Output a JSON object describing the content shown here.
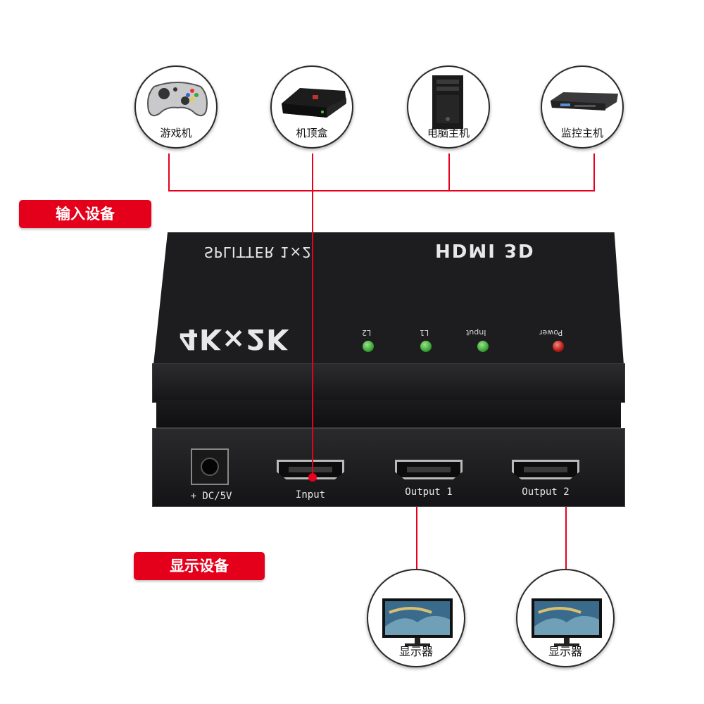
{
  "input_section": {
    "tag": "输入设备"
  },
  "display_section": {
    "tag": "显示设备"
  },
  "input_devices": [
    {
      "label": "游戏机",
      "icon": "game-controller-icon"
    },
    {
      "label": "机顶盒",
      "icon": "set-top-box-icon"
    },
    {
      "label": "电脑主机",
      "icon": "computer-tower-icon"
    },
    {
      "label": "监控主机",
      "icon": "dvr-recorder-icon"
    }
  ],
  "output_devices": [
    {
      "label": "显示器",
      "icon": "monitor-icon"
    },
    {
      "label": "显示器",
      "icon": "monitor-icon"
    }
  ],
  "device": {
    "brand_text": "HDMI 3D",
    "model_text": "SPLITTER 1×2",
    "resolution_text": "4K×2K",
    "leds": [
      {
        "label": "L2",
        "color": "#3fae3a"
      },
      {
        "label": "L1",
        "color": "#3fae3a"
      },
      {
        "label": "Input",
        "color": "#3fae3a"
      },
      {
        "label": "Power",
        "color": "#c0201a"
      }
    ],
    "ports": {
      "dc": "+ DC/5V",
      "input": "Input",
      "output1": "Output 1",
      "output2": "Output 2"
    }
  },
  "colors": {
    "accent": "#e4001b",
    "device_body": "#1d1d1f"
  }
}
